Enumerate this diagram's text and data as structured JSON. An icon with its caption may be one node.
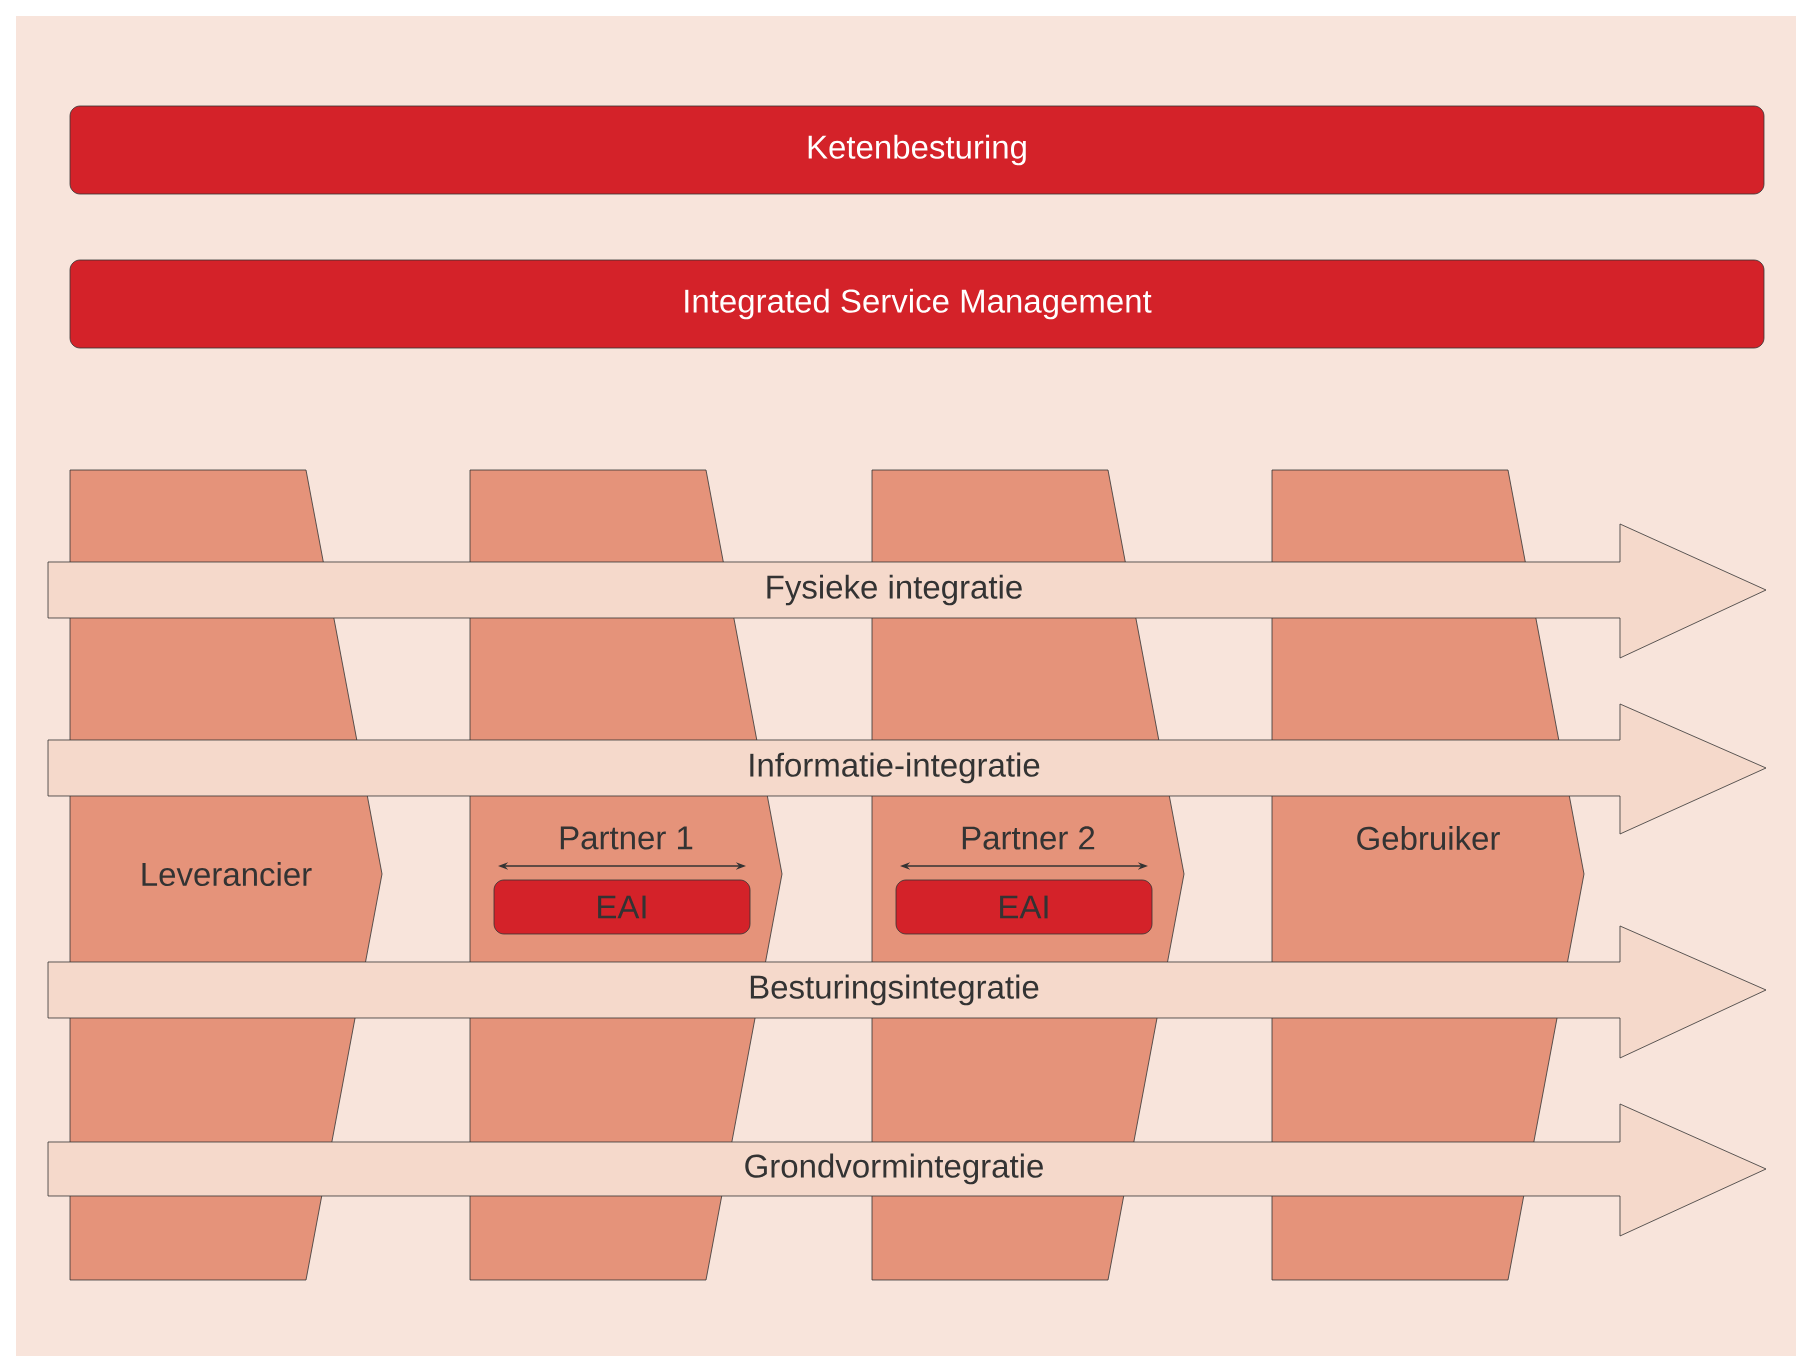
{
  "diagram": {
    "nodes": [
      {
        "text": [
          "Ketenbesturing"
        ]
      },
      {
        "text": [
          "Integrated Service Management"
        ]
      },
      {
        "text": [
          "Leverancier"
        ]
      },
      {
        "text": [
          "Partner 1"
        ]
      },
      {
        "text": [
          "Partner 2"
        ]
      },
      {
        "text": [
          "Gebruiker"
        ]
      },
      {
        "text": [
          "EAI"
        ],
        "in": 3
      },
      {
        "text": [
          "EAI"
        ],
        "in": 4
      },
      {
        "text": [
          "Fysieke integratie"
        ]
      },
      {
        "text": [
          "Informatie-integratie"
        ]
      },
      {
        "text": [
          "Besturingsintegratie"
        ]
      },
      {
        "text": [
          "Grondvormintegratie"
        ]
      }
    ],
    "edges": []
  }
}
